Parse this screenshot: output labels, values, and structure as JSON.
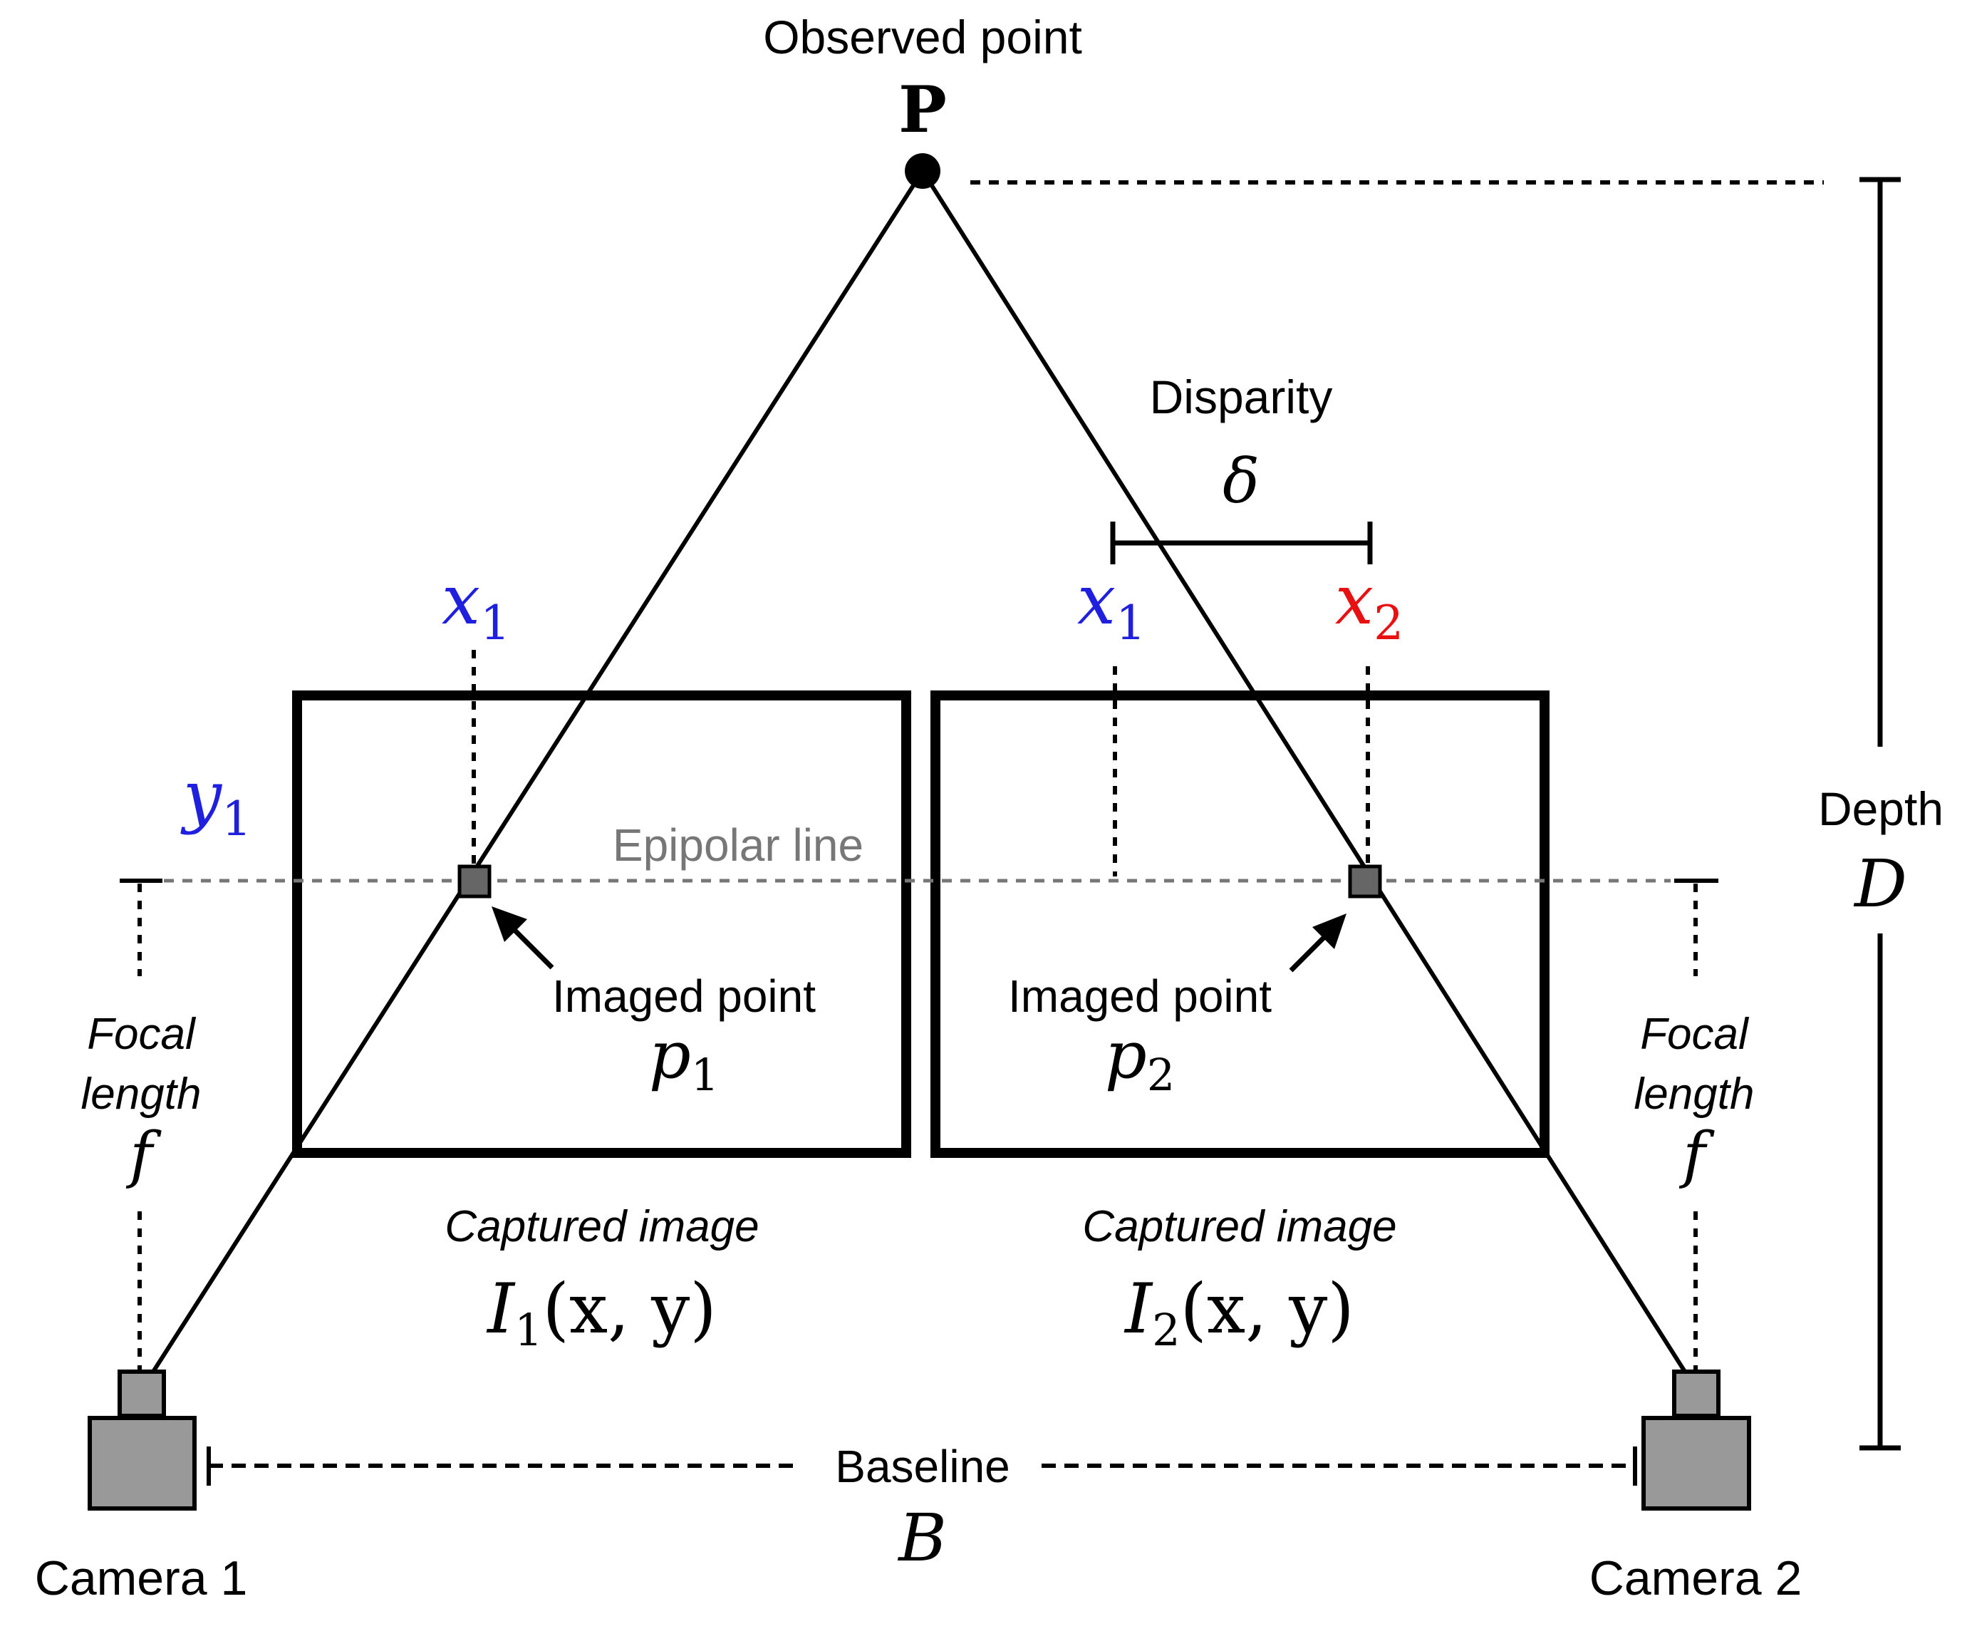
{
  "labels": {
    "observed_point": "Observed point",
    "point_symbol": "P",
    "disparity": "Disparity",
    "disparity_symbol": "δ",
    "x1_left": "x",
    "x1_left_sub": "1",
    "x1_right": "x",
    "x1_right_sub": "1",
    "x2": "x",
    "x2_sub": "2",
    "y1": "y",
    "y1_sub": "1",
    "epipolar_line": "Epipolar line",
    "depth": "Depth",
    "depth_symbol": "D",
    "imaged_point_1": "Imaged point",
    "p1": "p",
    "p1_sub": "1",
    "imaged_point_2": "Imaged point",
    "p2": "p",
    "p2_sub": "2",
    "focal_1_line1": "Focal",
    "focal_1_line2": "length",
    "focal_1_symbol": "f",
    "focal_2_line1": "Focal",
    "focal_2_line2": "length",
    "focal_2_symbol": "f",
    "captured_1": "Captured image",
    "image_1_I": "I",
    "image_1_sub": "1",
    "image_1_args": "(x, y)",
    "captured_2": "Captured image",
    "image_2_I": "I",
    "image_2_sub": "2",
    "image_2_args": "(x, y)",
    "baseline": "Baseline",
    "baseline_symbol": "B",
    "camera_1": "Camera 1",
    "camera_2": "Camera 2"
  },
  "colors": {
    "x1": "#1f1fe0",
    "x2": "#e81010",
    "y1": "#1f1fe0",
    "epipolar": "#777777",
    "camera_fill": "#999999",
    "imaged_point_fill": "#666666",
    "stroke": "#000000"
  }
}
